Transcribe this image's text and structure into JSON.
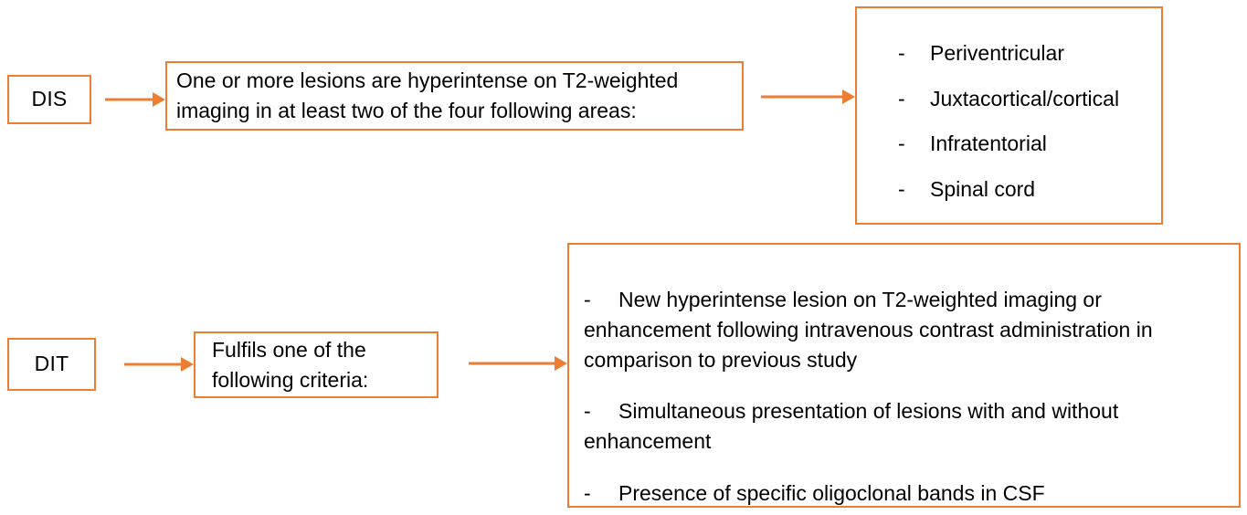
{
  "meta": {
    "accent_color": "#ED7D31",
    "text_color": "#000000",
    "background_color": "#FFFFFF"
  },
  "dis": {
    "label": "DIS",
    "criteria_text": "One or more lesions are hyperintense on T2-weighted imaging in at least two of the four following areas:",
    "areas_marker": "-",
    "areas": [
      "Periventricular",
      "Juxtacortical/cortical",
      "Infratentorial",
      "Spinal cord"
    ]
  },
  "dit": {
    "label": "DIT",
    "criteria_text": "Fulfils one of the following criteria:",
    "items_marker": "-",
    "items": [
      "New hyperintense lesion on T2-weighted imaging or enhancement following intravenous contrast administration in comparison to previous study",
      "Simultaneous presentation of lesions with and without enhancement",
      "Presence of specific oligoclonal bands in CSF"
    ]
  }
}
